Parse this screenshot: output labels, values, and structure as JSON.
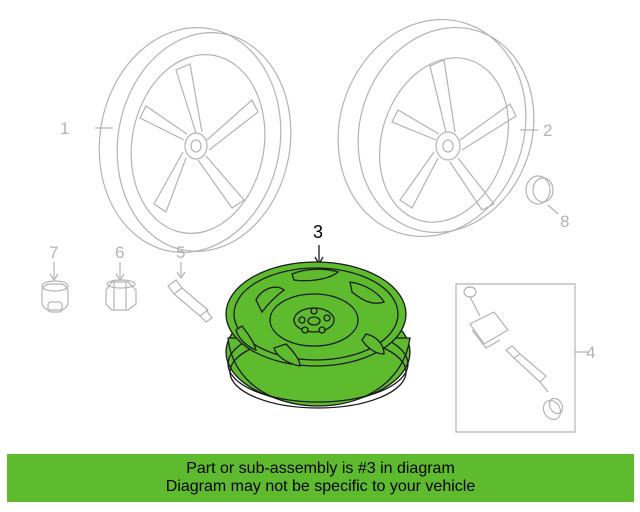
{
  "callouts": {
    "c1": "1",
    "c2": "2",
    "c3": "3",
    "c4": "4",
    "c5": "5",
    "c6": "6",
    "c7": "7",
    "c8": "8"
  },
  "highlight_part": "3",
  "colors": {
    "highlight": "#5fbb2e",
    "line_gray": "#b3b3b3",
    "line_dark": "#1a1a1a",
    "banner": "#5fbb2e"
  },
  "banner": {
    "line1": "Part or sub-assembly is #3 in diagram",
    "line2": "Diagram may not be specific to your vehicle"
  }
}
